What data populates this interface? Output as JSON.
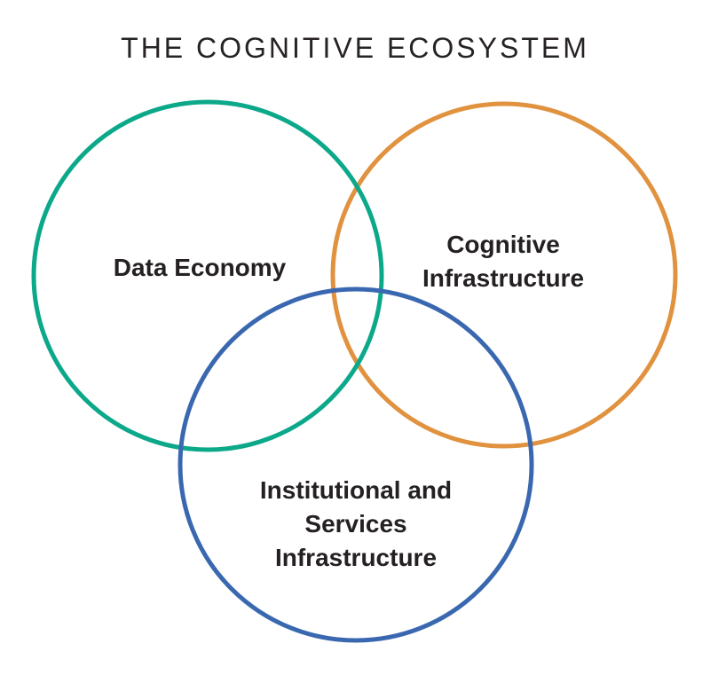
{
  "title": "THE COGNITIVE ECOSYSTEM",
  "diagram": {
    "type": "venn",
    "text_color": "#252122",
    "circles": [
      {
        "name": "data-economy",
        "color": "#0CA88A"
      },
      {
        "name": "cognitive-infrastructure",
        "color": "#E0923F"
      },
      {
        "name": "institutional-services-infrastructure",
        "color": "#3A68B0"
      }
    ],
    "labels": {
      "data_economy": {
        "lines": [
          "Data Economy"
        ]
      },
      "cognitive_infrastructure": {
        "lines": [
          "Cognitive",
          "Infrastructure"
        ]
      },
      "institutional_services_infrastructure": {
        "lines": [
          "Institutional and",
          "Services",
          "Infrastructure"
        ]
      }
    }
  }
}
